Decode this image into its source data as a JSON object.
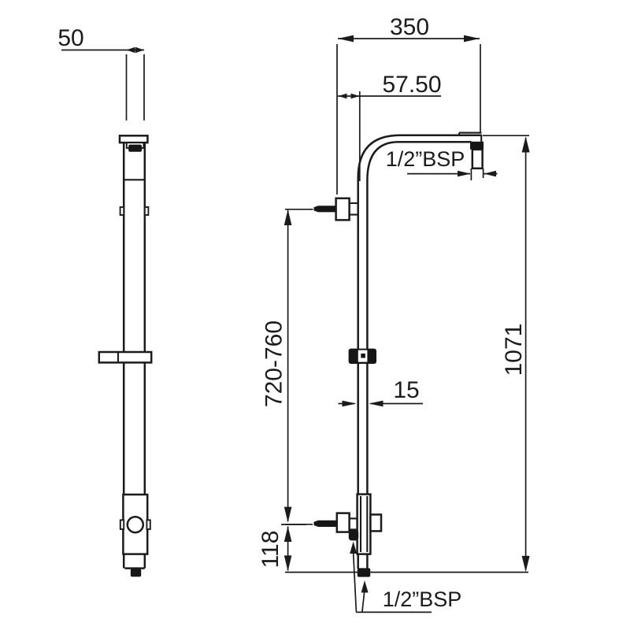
{
  "drawing": {
    "type": "shower-column-dimension-drawing",
    "background": "#ffffff",
    "line_color": "#1b1b1b"
  },
  "dims": {
    "rail_depth": "50",
    "arm_reach": "350",
    "arm_offset": "57.50",
    "top_outlet_thread": "1/2”BSP",
    "overall_height": "1071",
    "mounting_range": "720-760",
    "rail_width": "15",
    "outlet_height": "118",
    "bottom_outlet_thread": "1/2”BSP"
  }
}
